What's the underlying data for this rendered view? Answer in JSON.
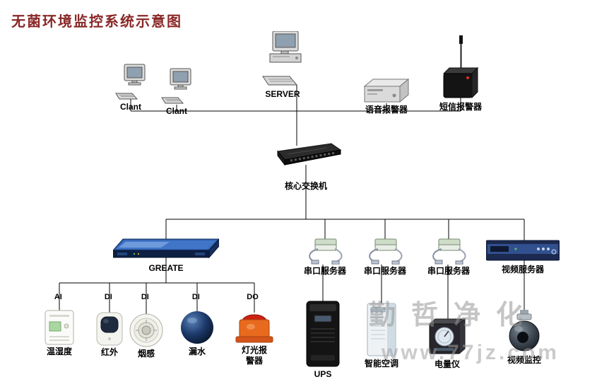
{
  "title": "无菌环境监控系统示意图",
  "colors": {
    "title": "#8a2828",
    "line": "#000000",
    "watermark": "#a0a0a0"
  },
  "top": {
    "client1": "Clant",
    "client2": "Clant",
    "server": "SERVER",
    "voice_alarm": "语音报警器",
    "sms_alarm": "短信报警器"
  },
  "core": {
    "switch": "核心交换机",
    "controller": "GREATE",
    "serial_server_1": "串口服务器",
    "serial_server_2": "串口服务器",
    "serial_server_3": "串口服务器",
    "video_server": "视频服务器"
  },
  "sensors": [
    {
      "port": "AI",
      "label": "温湿度"
    },
    {
      "port": "DI",
      "label": "红外"
    },
    {
      "port": "DI",
      "label": "烟感"
    },
    {
      "port": "DI",
      "label": "漏水"
    },
    {
      "port": "DO",
      "label": "灯光报警器"
    }
  ],
  "devices": {
    "ups": "UPS",
    "air_conditioner": "智能空调",
    "power_meter": "电量仪",
    "video_monitor": "视频监控"
  },
  "watermark": {
    "brand": "勤哲净化",
    "url": "www.77jz.com"
  }
}
